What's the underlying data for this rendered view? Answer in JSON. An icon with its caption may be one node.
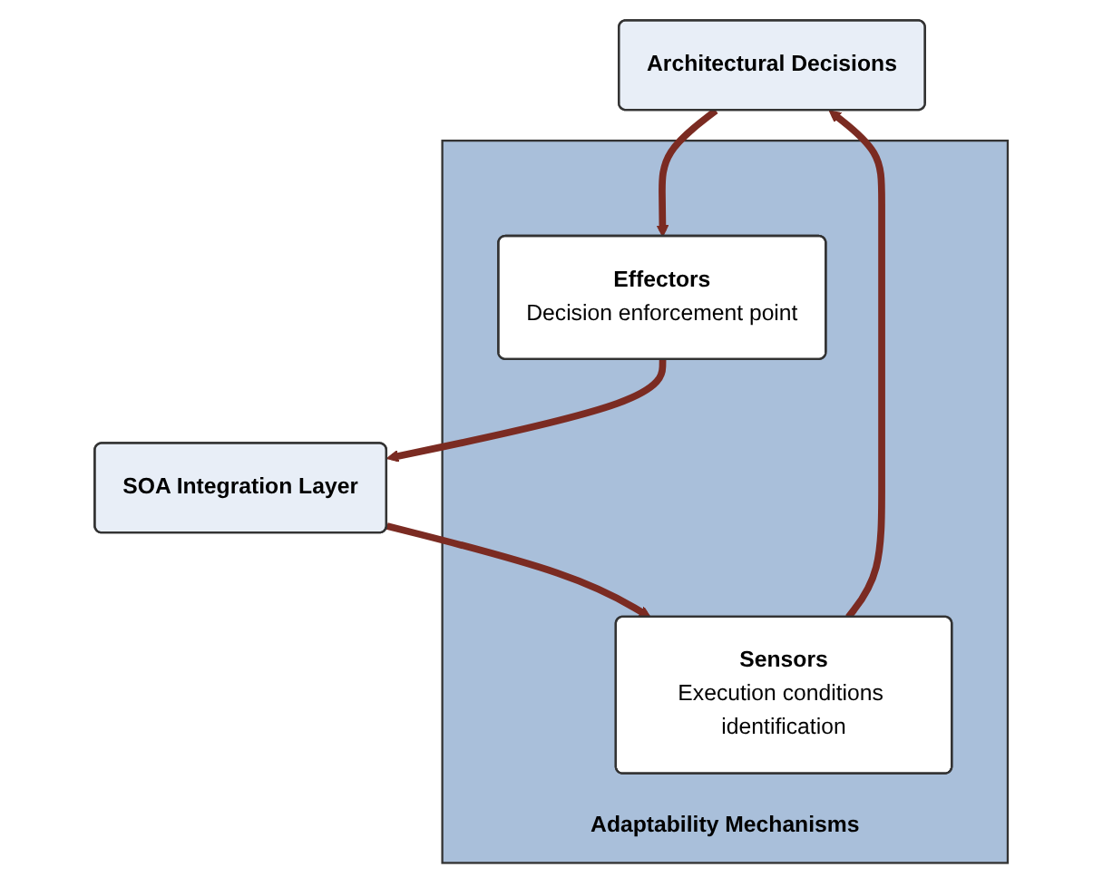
{
  "diagram": {
    "nodes": [
      {
        "text": [
          "Architectural Decisions"
        ]
      },
      {
        "text": [
          "Adaptability Mechanisms"
        ]
      },
      {
        "text": [
          "Sensors",
          "Execution conditions identification"
        ],
        "in": 1
      },
      {
        "text": [
          "Effectors",
          "Decision enforcement point"
        ],
        "in": 1
      },
      {
        "text": [
          "SOA Integration Layer"
        ]
      }
    ],
    "edges": [
      {
        "from": 0,
        "to": 3,
        "arrow": "to"
      },
      {
        "from": 3,
        "to": 4,
        "arrow": "to"
      },
      {
        "from": 4,
        "to": 2,
        "arrow": "to"
      },
      {
        "from": 2,
        "to": 0,
        "arrow": "to"
      }
    ]
  }
}
